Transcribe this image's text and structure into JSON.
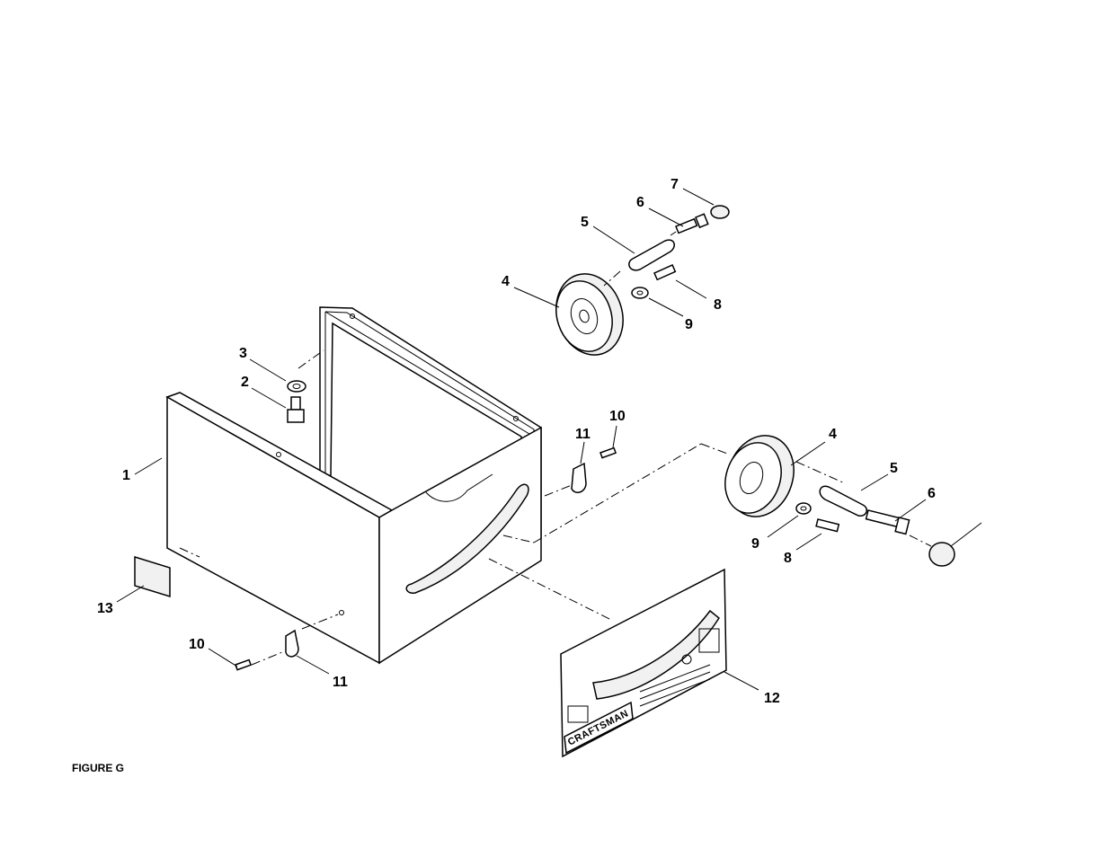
{
  "figure": {
    "caption": "FIGURE G",
    "brand_label": "CRAFTSMAN"
  },
  "callouts": {
    "c1": "1",
    "c2": "2",
    "c3": "3",
    "c4a": "4",
    "c4b": "4",
    "c5a": "5",
    "c5b": "5",
    "c6a": "6",
    "c6b": "6",
    "c7": "7",
    "c8a": "8",
    "c8b": "8",
    "c9a": "9",
    "c9b": "9",
    "c10a": "10",
    "c10b": "10",
    "c11a": "11",
    "c11b": "11",
    "c12": "12",
    "c13": "13"
  }
}
